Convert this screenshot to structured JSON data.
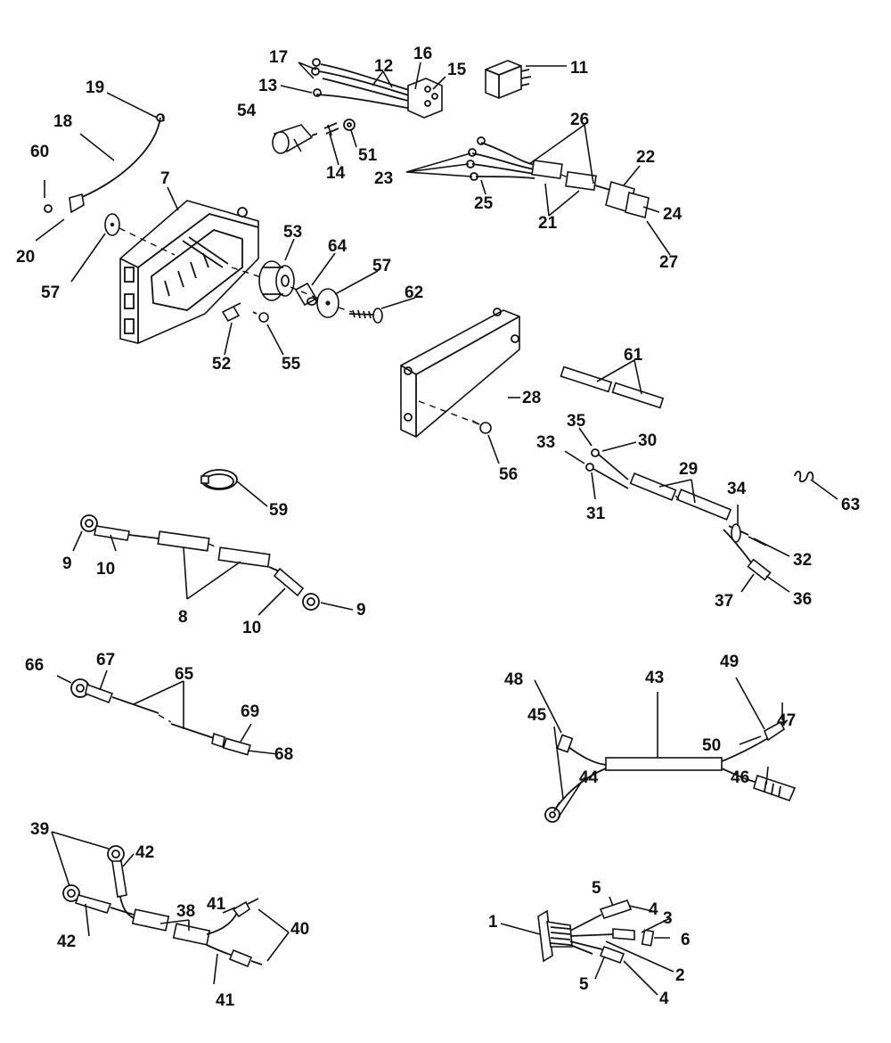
{
  "callouts": {
    "c1": "1",
    "c2": "2",
    "c3": "3",
    "c4": "4",
    "c5": "5",
    "c6": "6",
    "c7": "7",
    "c8": "8",
    "c9": "9",
    "c10": "10",
    "c11": "11",
    "c12": "12",
    "c13": "13",
    "c14": "14",
    "c15": "15",
    "c16": "16",
    "c17": "17",
    "c18": "18",
    "c19": "19",
    "c20": "20",
    "c21": "21",
    "c22": "22",
    "c23": "23",
    "c24": "24",
    "c25": "25",
    "c26": "26",
    "c27": "27",
    "c28": "28",
    "c29": "29",
    "c30": "30",
    "c31": "31",
    "c32": "32",
    "c33": "33",
    "c34": "34",
    "c35": "35",
    "c36": "36",
    "c37": "37",
    "c38": "38",
    "c39": "39",
    "c40": "40",
    "c41": "41",
    "c42": "42",
    "c43": "43",
    "c44": "44",
    "c45": "45",
    "c46": "46",
    "c47": "47",
    "c48": "48",
    "c49": "49",
    "c50": "50",
    "c51": "51",
    "c52": "52",
    "c53": "53",
    "c54": "54",
    "c55": "55",
    "c56": "56",
    "c57": "57",
    "c59": "59",
    "c60": "60",
    "c61": "61",
    "c62": "62",
    "c63": "63",
    "c64": "64",
    "c65": "65",
    "c66": "66",
    "c67": "67",
    "c68": "68",
    "c69": "69"
  },
  "colors": {
    "ink": "#111111",
    "paper": "#ffffff"
  }
}
